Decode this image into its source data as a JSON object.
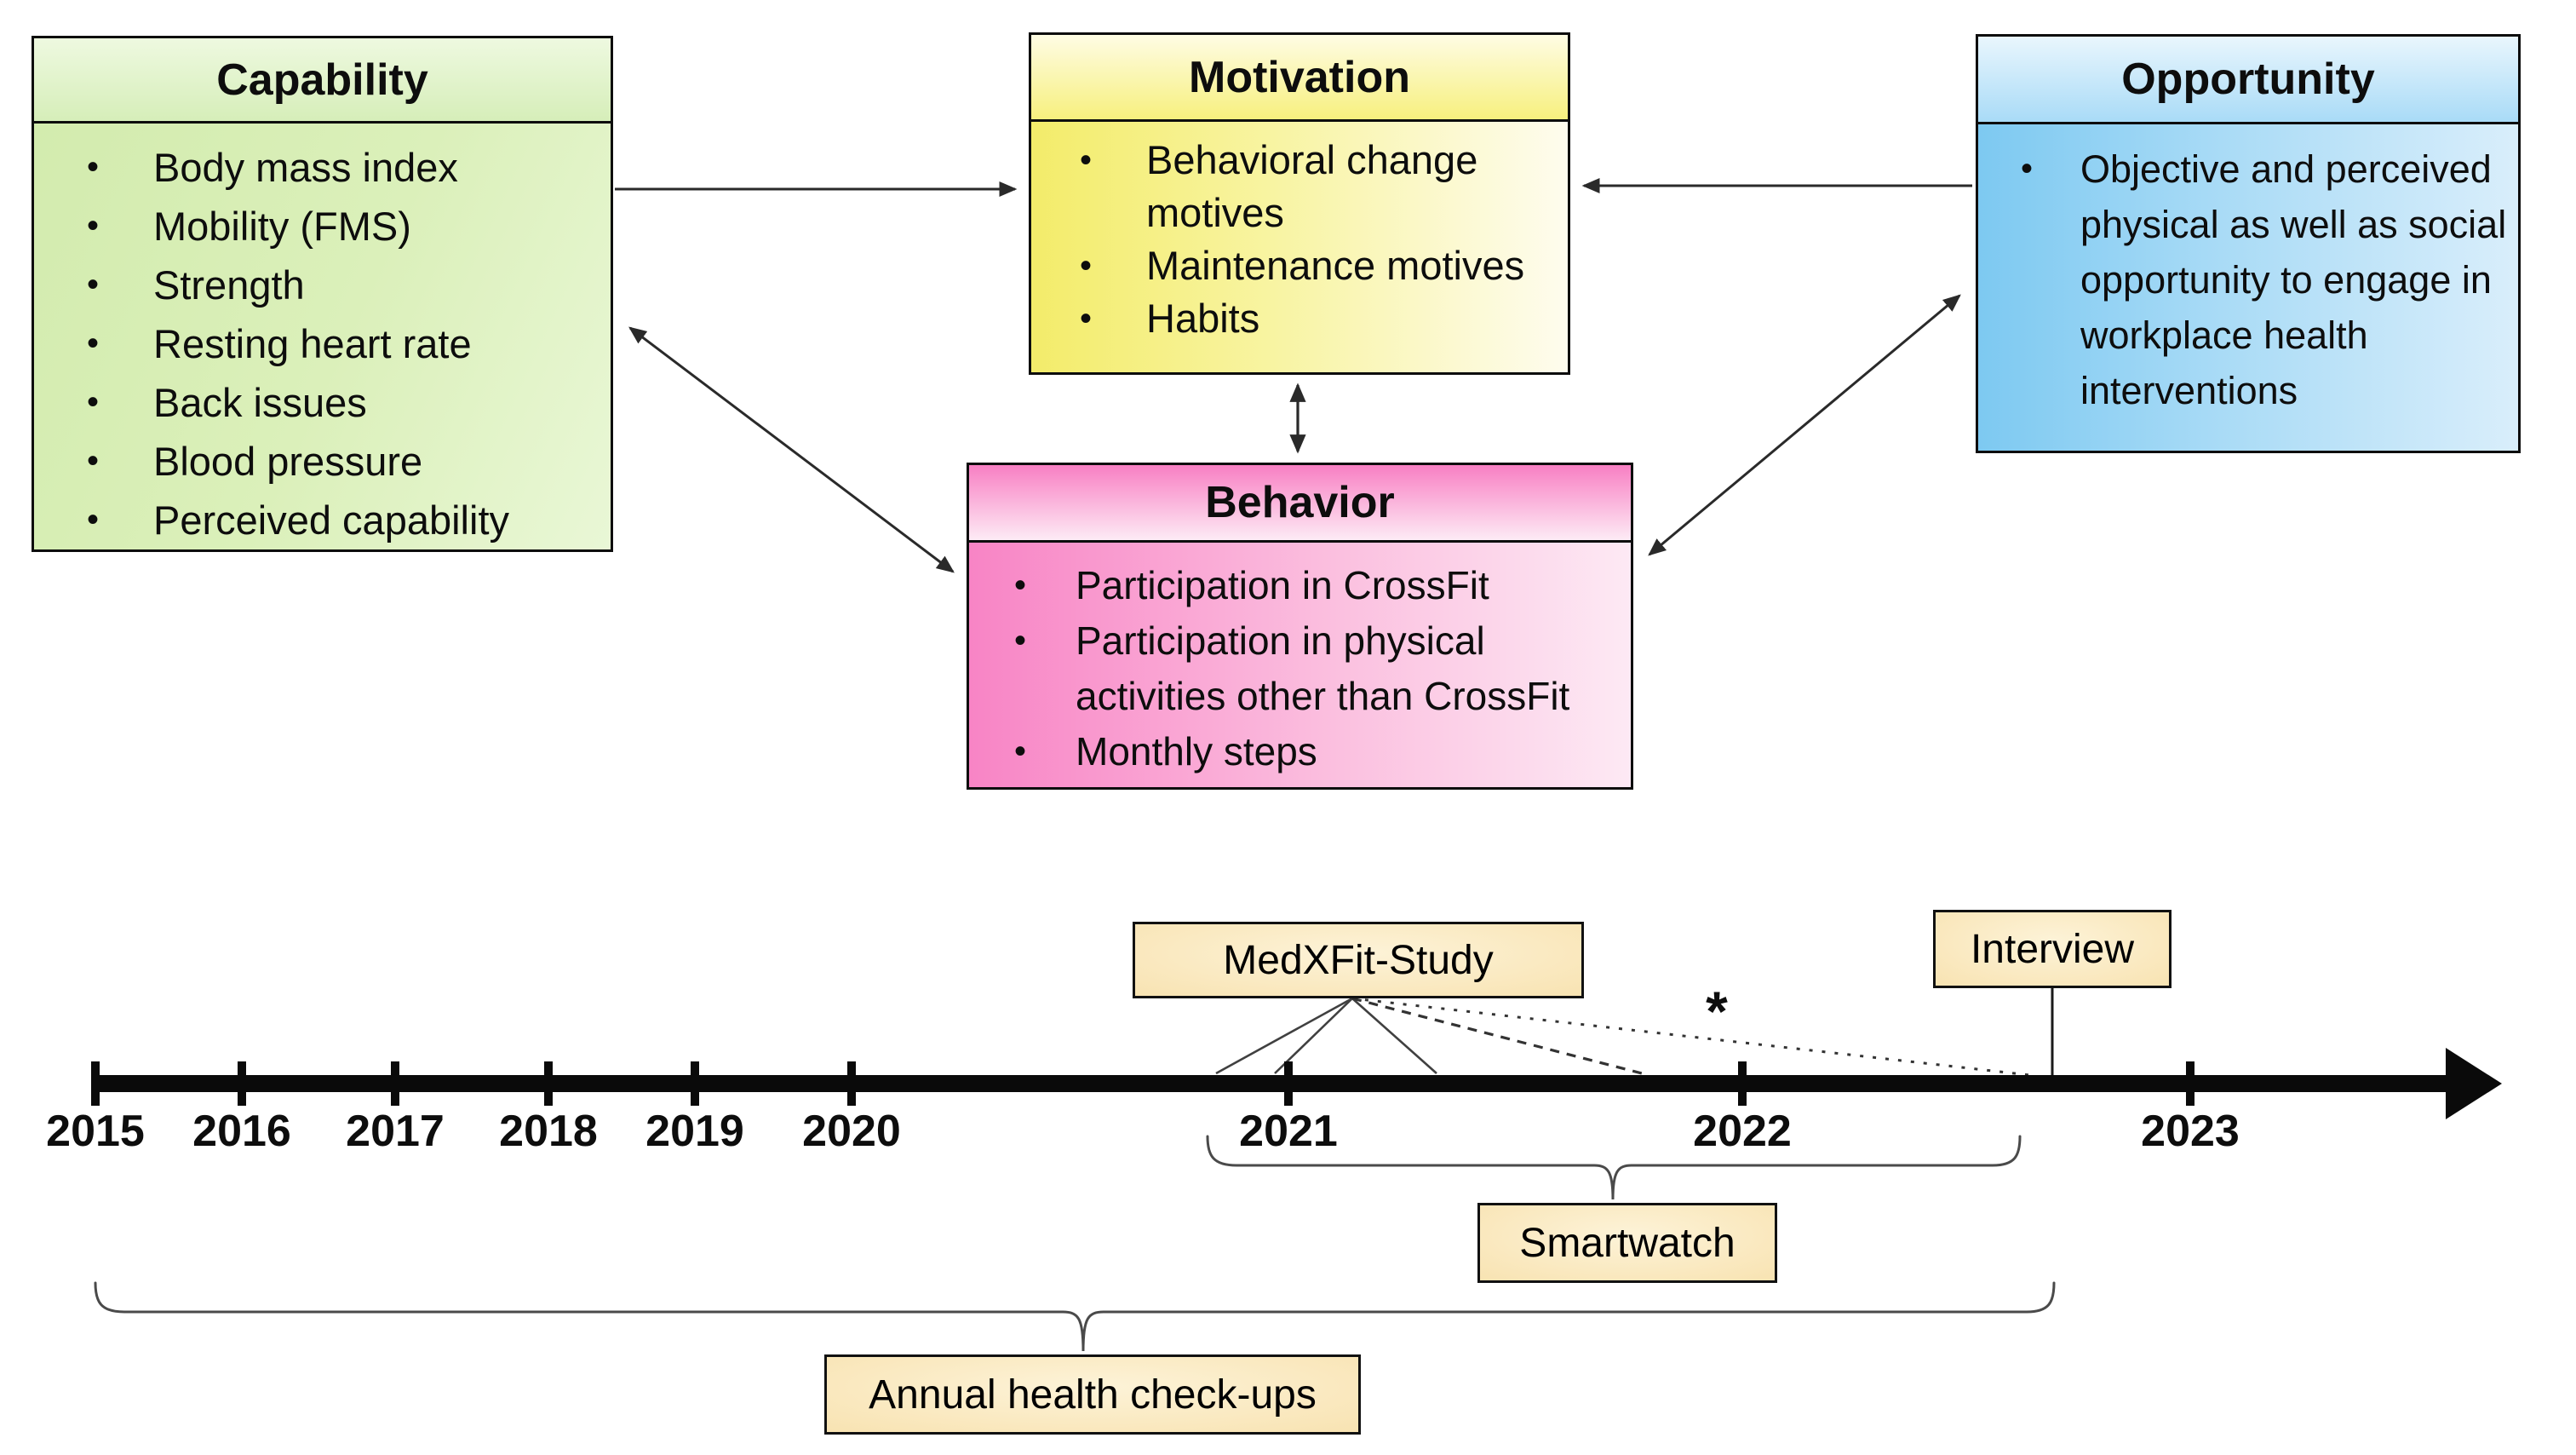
{
  "figure": {
    "model_boxes": {
      "capability": {
        "title": "Capability",
        "items": [
          "Body mass index",
          "Mobility (FMS)",
          "Strength",
          "Resting heart rate",
          "Back issues",
          "Blood pressure",
          "Perceived capability"
        ]
      },
      "motivation": {
        "title": "Motivation",
        "items": [
          "Behavioral change motives",
          "Maintenance motives",
          "Habits"
        ]
      },
      "opportunity": {
        "title": "Opportunity",
        "items": [
          "Objective and perceived physical as well as social opportunity to engage in workplace health interventions"
        ]
      },
      "behavior": {
        "title": "Behavior",
        "items": [
          "Participation in CrossFit",
          "Participation in physical activities other than CrossFit",
          "Monthly steps"
        ]
      }
    },
    "timeline": {
      "years": [
        "2015",
        "2016",
        "2017",
        "2018",
        "2019",
        "2020",
        "2021",
        "2022",
        "2023"
      ],
      "events": {
        "study": "MedXFit-Study",
        "interview": "Interview",
        "smartwatch": "Smartwatch",
        "checkups": "Annual health check-ups"
      },
      "asterisk": "*"
    },
    "colors": {
      "capability_green": "#cfe9a8",
      "motivation_yellow": "#f3ec6a",
      "opportunity_blue": "#7dc9f1",
      "behavior_pink": "#f884c5",
      "event_box_tan": "#f3cf8e",
      "line_black": "#0a0a0a",
      "connector_gray": "#404040"
    }
  }
}
